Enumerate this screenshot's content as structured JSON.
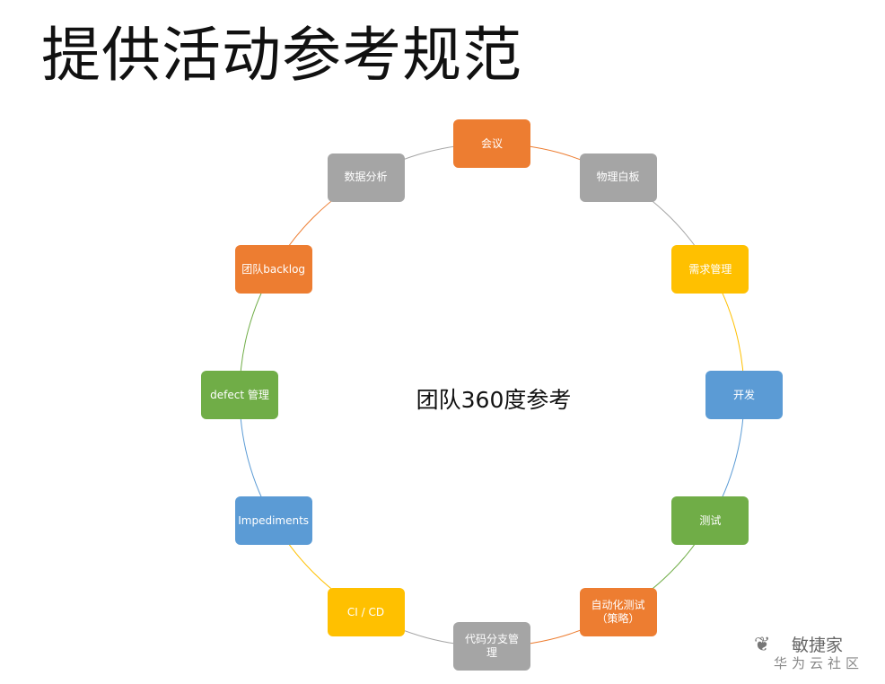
{
  "title": "提供活动参考规范",
  "center_label": "团队360度参考",
  "watermark": {
    "icon": "wechat-icon",
    "name": "敏捷家",
    "sub": "华为云社区"
  },
  "colors": {
    "orange": "#ED7D31",
    "gray": "#A5A5A5",
    "yellow": "#FFC000",
    "blue": "#5B9BD5",
    "green": "#70AD47"
  },
  "nodes": [
    {
      "label": "会议",
      "color": "#ED7D31"
    },
    {
      "label": "物理白板",
      "color": "#A5A5A5"
    },
    {
      "label": "需求管理",
      "color": "#FFC000"
    },
    {
      "label": "开发",
      "color": "#5B9BD5"
    },
    {
      "label": "测试",
      "color": "#70AD47"
    },
    {
      "label": "自动化测试\n（策略）",
      "color": "#ED7D31"
    },
    {
      "label": "代码分支管\n理",
      "color": "#A5A5A5"
    },
    {
      "label": "CI / CD",
      "color": "#FFC000"
    },
    {
      "label": "Impediments",
      "color": "#5B9BD5"
    },
    {
      "label": "defect 管理",
      "color": "#70AD47"
    },
    {
      "label": "团队backlog",
      "color": "#ED7D31"
    },
    {
      "label": "数据分析",
      "color": "#A5A5A5"
    }
  ]
}
